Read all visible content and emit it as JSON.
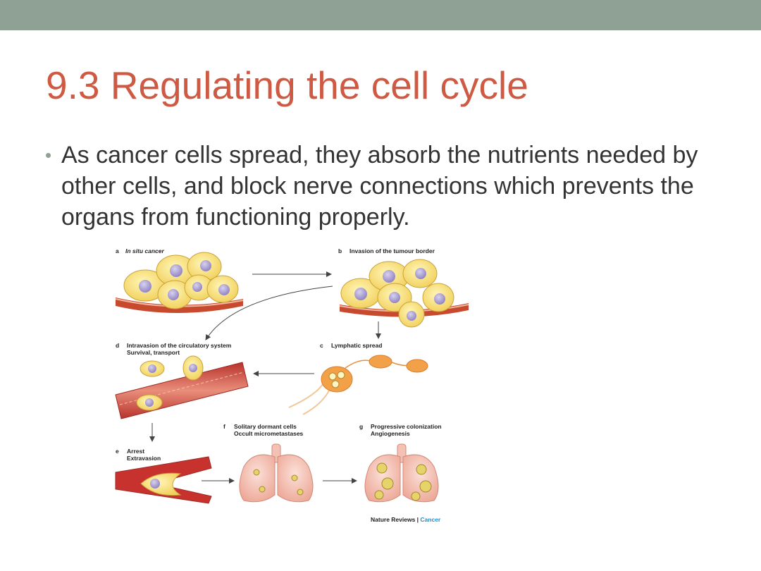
{
  "slide": {
    "title": "9.3 Regulating the cell cycle",
    "bullets": [
      "As cancer cells spread, they absorb the nutrients needed by other cells, and block nerve connections which prevents the organs from functioning properly."
    ],
    "accent_color": "#cf5a43",
    "bar_color": "#8fa195"
  },
  "figure": {
    "panels": [
      {
        "letter": "a",
        "caption": "In situ cancer"
      },
      {
        "letter": "b",
        "caption": "Invasion of the tumour border"
      },
      {
        "letter": "c",
        "caption": "Lymphatic spread"
      },
      {
        "letter": "d",
        "caption": "Intravasion of the circulatory system",
        "caption2": "Survival, transport"
      },
      {
        "letter": "e",
        "caption": "Arrest",
        "caption2": "Extravasion"
      },
      {
        "letter": "f",
        "caption": "Solitary dormant cells",
        "caption2": "Occult micrometastases"
      },
      {
        "letter": "g",
        "caption": "Progressive colonization",
        "caption2": "Angiogenesis"
      }
    ],
    "credit": {
      "journal": "Nature Reviews",
      "separator": " | ",
      "section": "Cancer"
    }
  }
}
